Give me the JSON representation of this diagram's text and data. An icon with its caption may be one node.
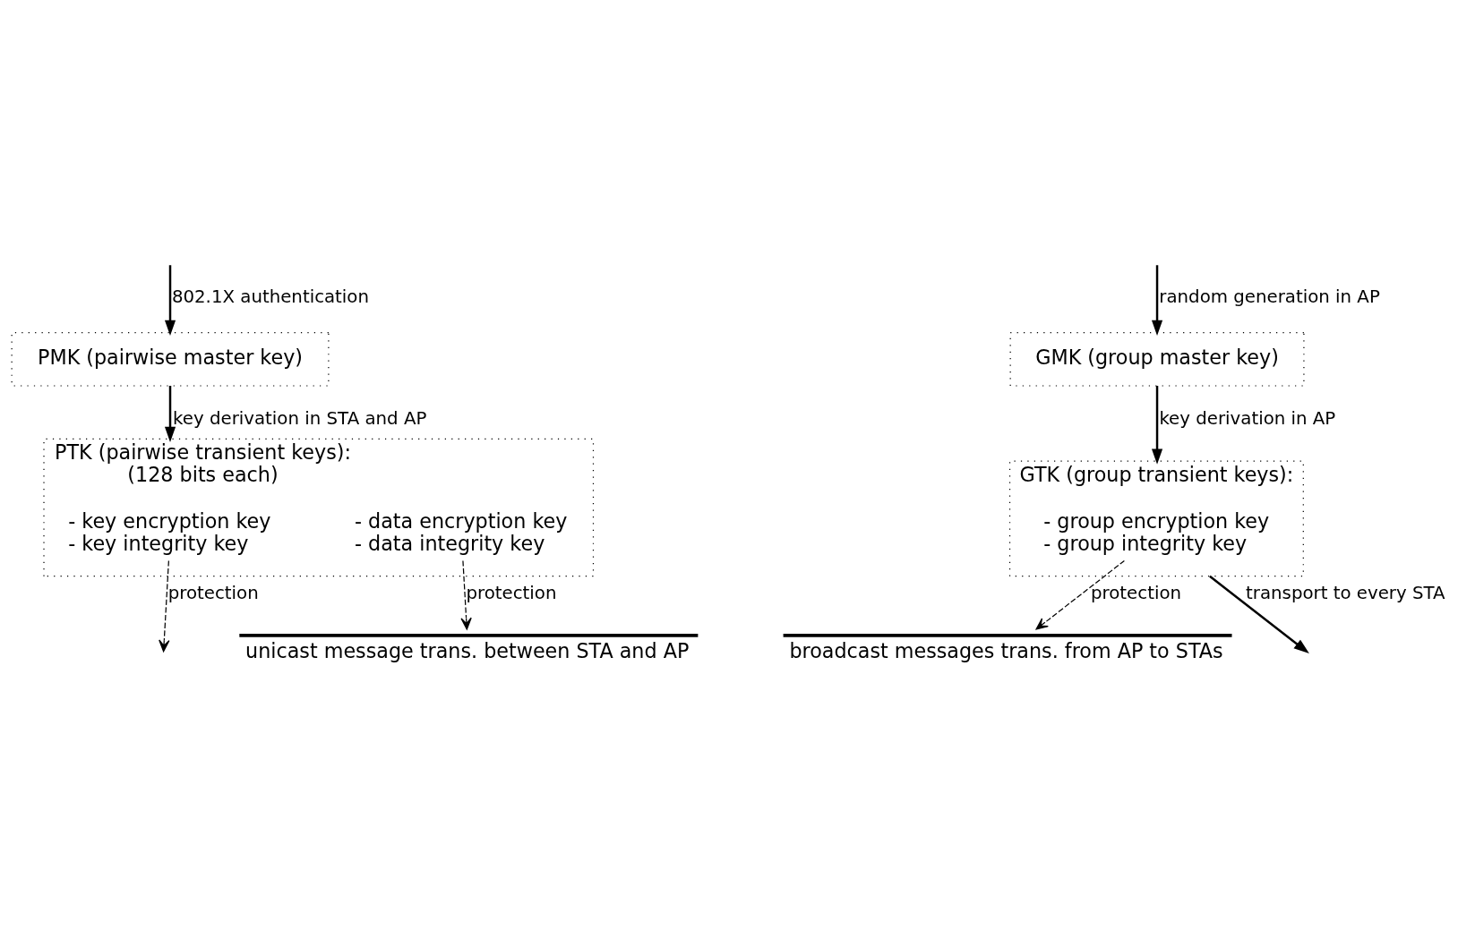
{
  "diagram": {
    "nodes": [
      {
        "text": [
          "PMK (pairwise master key)"
        ]
      },
      {
        "text": [
          "PTK (pairwise transient keys):",
          "(128 bits each)"
        ]
      },
      {
        "text": [
          "- key encryption key - key integrity key"
        ],
        "in": 1
      },
      {
        "text": [
          "- data encryption key - data integrity key"
        ],
        "in": 1
      },
      {
        "text": [
          "GMK (group master key)"
        ]
      },
      {
        "text": [
          "GTK (group transient keys):"
        ]
      },
      {
        "text": [
          "- group encryption key - group integrity key"
        ],
        "in": 5
      },
      {
        "text": [
          "unicast message trans. between STA and AP"
        ]
      },
      {
        "text": [
          "broadcast messages trans. from AP to STAs"
        ]
      }
    ],
    "edges": [
      {
        "from": null,
        "to": 0,
        "arrow": "to",
        "label": "802.1X authentication"
      },
      {
        "from": 0,
        "to": 1,
        "arrow": "to",
        "label": "key derivation in STA and AP"
      },
      {
        "from": null,
        "to": 4,
        "arrow": "to",
        "label": "random generation in AP"
      },
      {
        "from": 4,
        "to": 5,
        "arrow": "to",
        "label": "key derivation in AP"
      },
      {
        "from": 5,
        "to": null,
        "arrow": "to",
        "label": "transport to every STA"
      },
      {
        "from": 2,
        "to": null,
        "arrow": "to",
        "label": "protection",
        "style": "dashed"
      },
      {
        "from": 3,
        "to": 7,
        "arrow": "to",
        "label": "protection",
        "style": "dashed"
      },
      {
        "from": 6,
        "to": 8,
        "arrow": "to",
        "label": "protection",
        "style": "dashed"
      }
    ]
  }
}
